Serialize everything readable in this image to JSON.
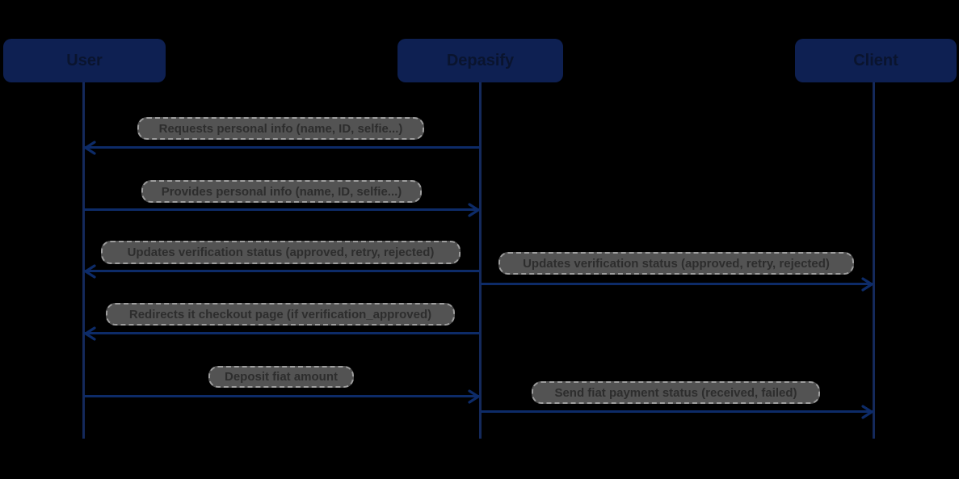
{
  "diagram": {
    "type": "sequence",
    "actors": [
      {
        "id": "user",
        "label": "User"
      },
      {
        "id": "depasify",
        "label": "Depasify"
      },
      {
        "id": "client",
        "label": "Client"
      }
    ],
    "messages": [
      {
        "from": "Depasify",
        "to": "User",
        "direction": "left",
        "label": "Requests personal info (name, ID, selfie...)"
      },
      {
        "from": "User",
        "to": "Depasify",
        "direction": "right",
        "label": "Provides personal info (name, ID, selfie...)"
      },
      {
        "from": "Depasify",
        "to": "User",
        "direction": "left",
        "label": "Updates verification status (approved, retry, rejected)"
      },
      {
        "from": "Depasify",
        "to": "Client",
        "direction": "right",
        "label": "Updates verification status (approved, retry, rejected)"
      },
      {
        "from": "Depasify",
        "to": "User",
        "direction": "left",
        "label": "Redirects it checkout page (if verification_approved)"
      },
      {
        "from": "User",
        "to": "Depasify",
        "direction": "right",
        "label": "Deposit fiat amount"
      },
      {
        "from": "Depasify",
        "to": "Client",
        "direction": "right",
        "label": "Send fiat payment status (received, failed)"
      }
    ],
    "colors": {
      "actor_fill": "#0e2052",
      "actor_text": "#0a142e",
      "line": "#0d2b68",
      "lifeline": "#14295b",
      "label_fill": "#535353",
      "label_border": "#9e9e9e",
      "label_text": "#2d2d2d",
      "background": "#000000"
    }
  }
}
